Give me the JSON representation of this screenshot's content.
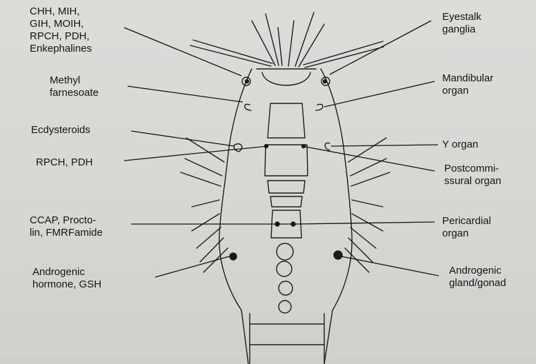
{
  "labels": {
    "left": {
      "chh_group": "CHH, MIH,\nGIH, MOIH,\nRPCH, PDH,\nEnkephalines",
      "methyl": "Methyl\nfarnesoate",
      "ecdysteroids": "Ecdysteroids",
      "rpch_pdh": "RPCH, PDH",
      "ccap": "CCAP, Procto-\nlin, FMRFamide",
      "androgenic_hormone": "Androgenic\nhormone, GSH"
    },
    "right": {
      "eyestalk": "Eyestalk\nganglia",
      "mandibular": "Mandibular\norgan",
      "y_organ": "Y organ",
      "postcommissural": "Postcommi-\nssural organ",
      "pericardial": "Pericardial\norgan",
      "androgenic_gland": "Androgenic\ngland/gonad"
    }
  }
}
